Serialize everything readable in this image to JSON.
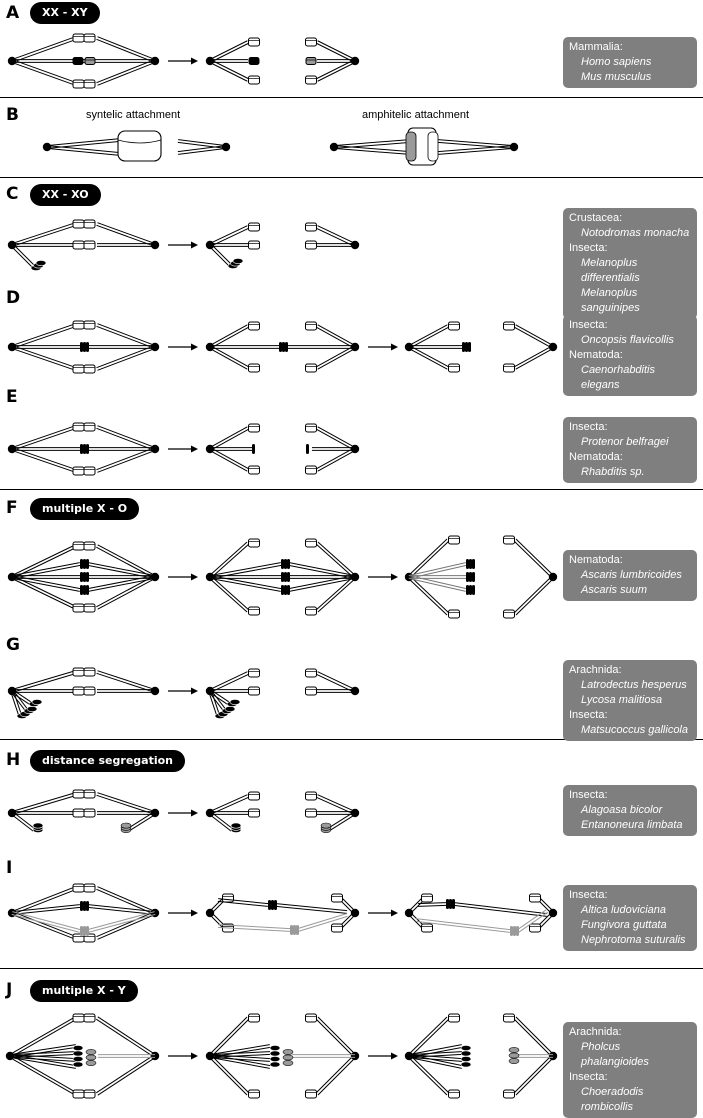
{
  "panels": [
    {
      "id": "A",
      "letter": "A",
      "tag": "XX - XY",
      "species": [
        {
          "group": "Mammalia:",
          "names": [
            "Homo sapiens",
            "Mus musculus"
          ]
        }
      ]
    },
    {
      "id": "B",
      "letter": "B",
      "tag": "",
      "labels": [
        "syntelic attachment",
        "amphitelic attachment"
      ]
    },
    {
      "id": "C",
      "letter": "C",
      "tag": "XX - XO",
      "species": [
        {
          "group": "Crustacea:",
          "names": [
            "Notodromas monacha"
          ]
        },
        {
          "group": "Insecta:",
          "names": [
            "Melanoplus differentialis",
            "Melanoplus sanguinipes"
          ]
        }
      ]
    },
    {
      "id": "D",
      "letter": "D",
      "tag": "",
      "species": [
        {
          "group": "Insecta:",
          "names": [
            "Oncopsis flavicollis"
          ]
        },
        {
          "group": "Nematoda:",
          "names": [
            "Caenorhabditis elegans"
          ]
        }
      ]
    },
    {
      "id": "E",
      "letter": "E",
      "tag": "",
      "species": [
        {
          "group": "Insecta:",
          "names": [
            "Protenor belfragei"
          ]
        },
        {
          "group": "Nematoda:",
          "names": [
            "Rhabditis sp."
          ]
        }
      ]
    },
    {
      "id": "F",
      "letter": "F",
      "tag": "multiple X - O",
      "species": [
        {
          "group": "Nematoda:",
          "names": [
            "Ascaris lumbricoides",
            "Ascaris suum"
          ]
        }
      ]
    },
    {
      "id": "G",
      "letter": "G",
      "tag": "",
      "species": [
        {
          "group": "Arachnida:",
          "names": [
            "Latrodectus hesperus",
            "Lycosa malitiosa"
          ]
        },
        {
          "group": "Insecta:",
          "names": [
            "Matsucoccus gallicola"
          ]
        }
      ]
    },
    {
      "id": "H",
      "letter": "H",
      "tag": "distance segregation",
      "species": [
        {
          "group": "Insecta:",
          "names": [
            "Alagoasa bicolor",
            "Entanoneura limbata"
          ]
        }
      ]
    },
    {
      "id": "I",
      "letter": "I",
      "tag": "",
      "species": [
        {
          "group": "Insecta:",
          "names": [
            "Altica ludoviciana",
            "Fungivora guttata",
            "Nephrotoma suturalis"
          ]
        }
      ]
    },
    {
      "id": "J",
      "letter": "J",
      "tag": "multiple X - Y",
      "species": [
        {
          "group": "Arachnida:",
          "names": [
            "Pholcus phalangioides"
          ]
        },
        {
          "group": "Insecta:",
          "names": [
            "Choeradodis rombicollis"
          ]
        }
      ]
    }
  ],
  "colors": {
    "chromosome_dark": "#000000",
    "chromosome_light": "#9a9a9a",
    "box": "#7f7f7f"
  }
}
